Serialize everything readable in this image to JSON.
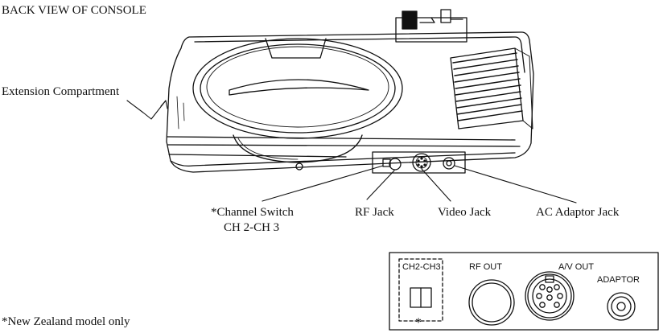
{
  "title": "BACK VIEW OF CONSOLE",
  "labels": {
    "extension_compartment": "Extension Compartment",
    "channel_switch_line1": "*Channel Switch",
    "channel_switch_line2": "CH 2-CH 3",
    "rf_jack": "RF Jack",
    "video_jack": "Video Jack",
    "ac_adaptor_jack": "AC Adaptor Jack"
  },
  "panel": {
    "ch_label": "CH2-CH3",
    "rf_out": "RF OUT",
    "av_out": "A/V OUT",
    "adaptor": "ADAPTOR",
    "asterisk": "*"
  },
  "footnote": "*New Zealand model only"
}
